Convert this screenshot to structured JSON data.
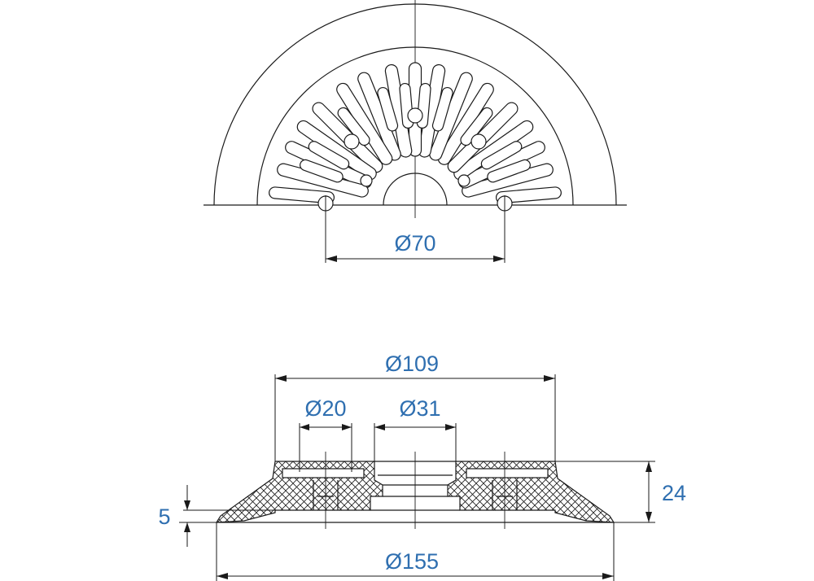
{
  "dimensions": {
    "top_bore_diameter": "Ø70",
    "overall_top_diameter": "Ø109",
    "pocket_diameter": "Ø20",
    "center_bore_diameter": "Ø31",
    "lip_thickness": "5",
    "total_height": "24",
    "base_diameter": "Ø155"
  },
  "colors": {
    "line": "#1a1a1a",
    "dimension_text": "#2f6fb0",
    "background": "#ffffff"
  }
}
